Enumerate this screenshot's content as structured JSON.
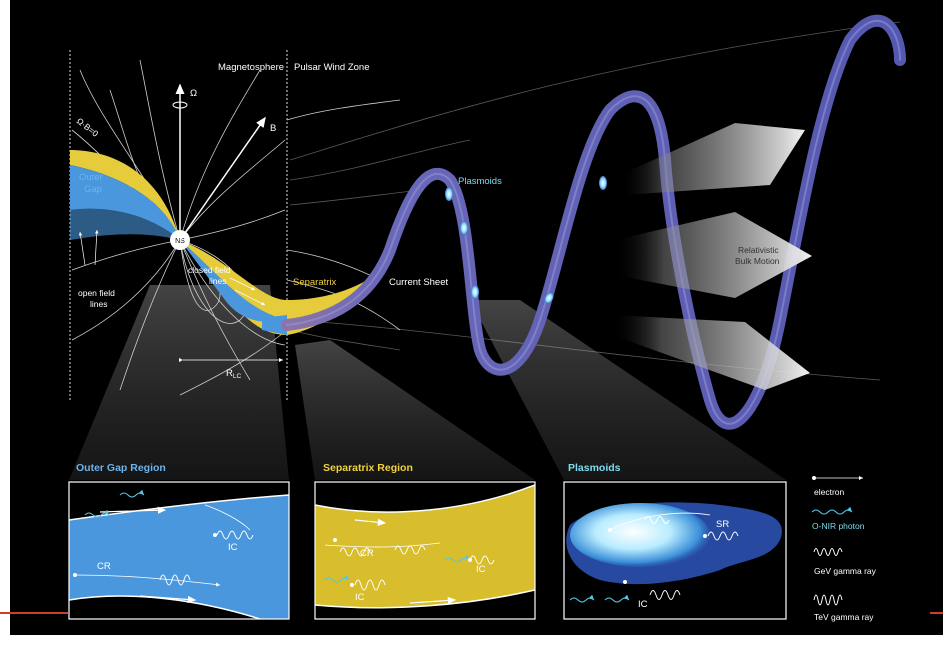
{
  "labels": {
    "magnetosphere": "Magnetosphere",
    "pulsar_wind_zone": "Pulsar Wind Zone",
    "omega": "Ω",
    "b_vector": "B",
    "omega_dot_b": "Ω·B=0",
    "outer_gap_line1": "Outer",
    "outer_gap_line2": "Gap",
    "ns": "NS",
    "closed_field_line1": "closed field",
    "closed_field_line2": "lines",
    "open_field_line1": "open field",
    "open_field_line2": "lines",
    "separatrix": "Separatrix",
    "current_sheet": "Current Sheet",
    "plasmoids": "Plasmoids",
    "relativistic_line1": "Relativistic",
    "relativistic_line2": "Bulk Motion",
    "r_lc_main": "R",
    "r_lc_sub": "LC"
  },
  "panels": {
    "outer_gap": {
      "title": "Outer Gap Region",
      "cr": "CR",
      "ic": "IC"
    },
    "separatrix": {
      "title": "Separatrix Region",
      "cr": "CR",
      "ic_top": "IC",
      "ic_bottom": "IC"
    },
    "plasmoids": {
      "title": "Plasmoids",
      "sr": "SR",
      "ic": "IC"
    }
  },
  "legend": {
    "electron": "electron",
    "onir": "O-NIR photon",
    "gev": "GeV gamma ray",
    "tev": "TeV gamma ray"
  },
  "colors": {
    "background": "#000000",
    "outer_gap_blue": "#4a97dd",
    "separatrix_yellow": "#e6cc3a",
    "ribbon": "#5c60b0",
    "plasmoid_glow": "#8fd8ff",
    "title_blue": "#6cb4ee",
    "title_yellow": "#f0d23c",
    "title_cyan": "#7fdcf0",
    "photon_cyan": "#55c8e8",
    "red_rule": "#d23c2c"
  }
}
